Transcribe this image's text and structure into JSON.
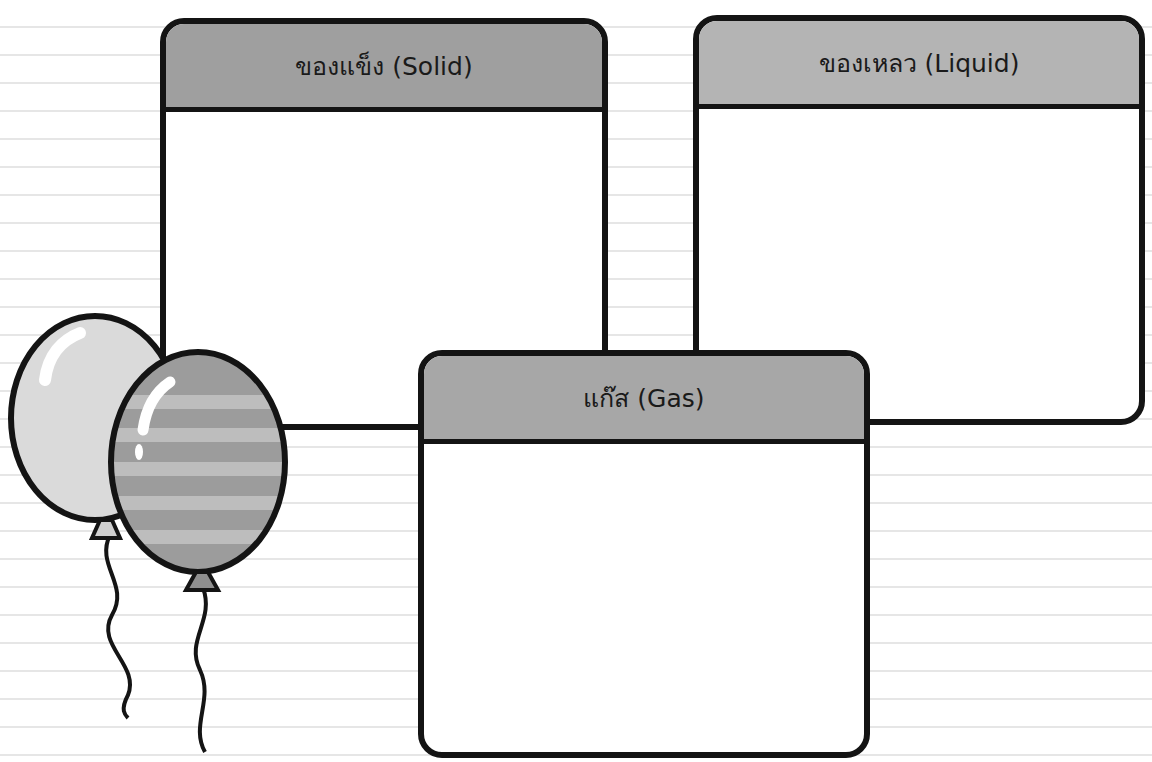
{
  "diagram": {
    "nodes": [
      {
        "text": [
          "ของแข็ง (Solid)"
        ]
      },
      {
        "text": [
          "ของเหลว (Liquid)"
        ]
      },
      {
        "text": [
          "แก๊ส (Gas)"
        ]
      }
    ]
  }
}
